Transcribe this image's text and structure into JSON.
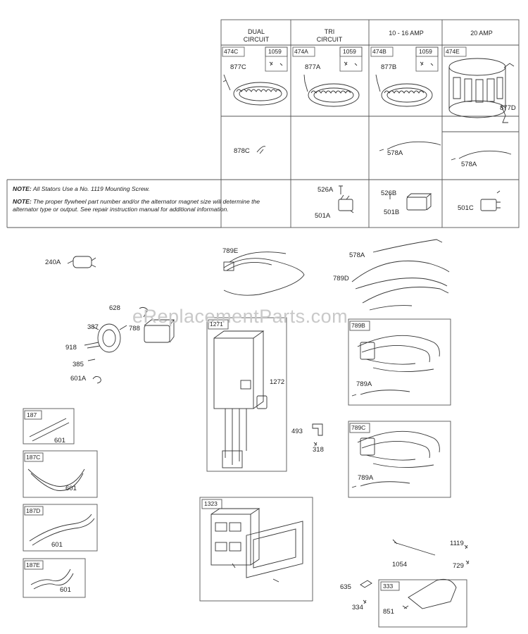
{
  "table": {
    "headers": [
      "DUAL\nCIRCUIT",
      "TRI\nCIRCUIT",
      "10 - 16 AMP",
      "20 AMP"
    ],
    "stator_parts": [
      "474C",
      "474A",
      "474B",
      "474E"
    ],
    "screw_parts": [
      "1059",
      "1059",
      "1059"
    ],
    "lead_parts": [
      "877C",
      "877A",
      "877B",
      "877D"
    ],
    "harness_parts": [
      "878C",
      "578A",
      "578A"
    ],
    "rectifier_bolts": [
      "526A",
      "526B"
    ],
    "rectifiers": [
      "501A",
      "501B",
      "501C"
    ]
  },
  "note": {
    "label1": "NOTE:",
    "text1": "All Stators Use  a No. 1119 Mounting Screw.",
    "label2": "NOTE:",
    "text2": "The proper flywheel part number and/or the alternator magnet size will determine the alternator type or output. See repair instruction manual for additional information."
  },
  "watermark": "eReplacementParts.com",
  "parts": {
    "p240A": "240A",
    "p789E": "789E",
    "p578A": "578A",
    "p789D": "789D",
    "p628": "628",
    "p387": "387",
    "p788": "788",
    "p918": "918",
    "p385": "385",
    "p601A": "601A",
    "p1271": "1271",
    "p1272": "1272",
    "p493": "493",
    "p318": "318",
    "p789B": "789B",
    "p789A1": "789A",
    "p789C": "789C",
    "p789A2": "789A",
    "p187": "187",
    "p601a": "601",
    "p187C": "187C",
    "p601b": "601",
    "p187D": "187D",
    "p601c": "601",
    "p187E": "187E",
    "p601d": "601",
    "p1323": "1323",
    "p1054": "1054",
    "p1119": "1119",
    "p729": "729",
    "p635": "635",
    "p333": "333",
    "p334": "334",
    "p851": "851"
  }
}
